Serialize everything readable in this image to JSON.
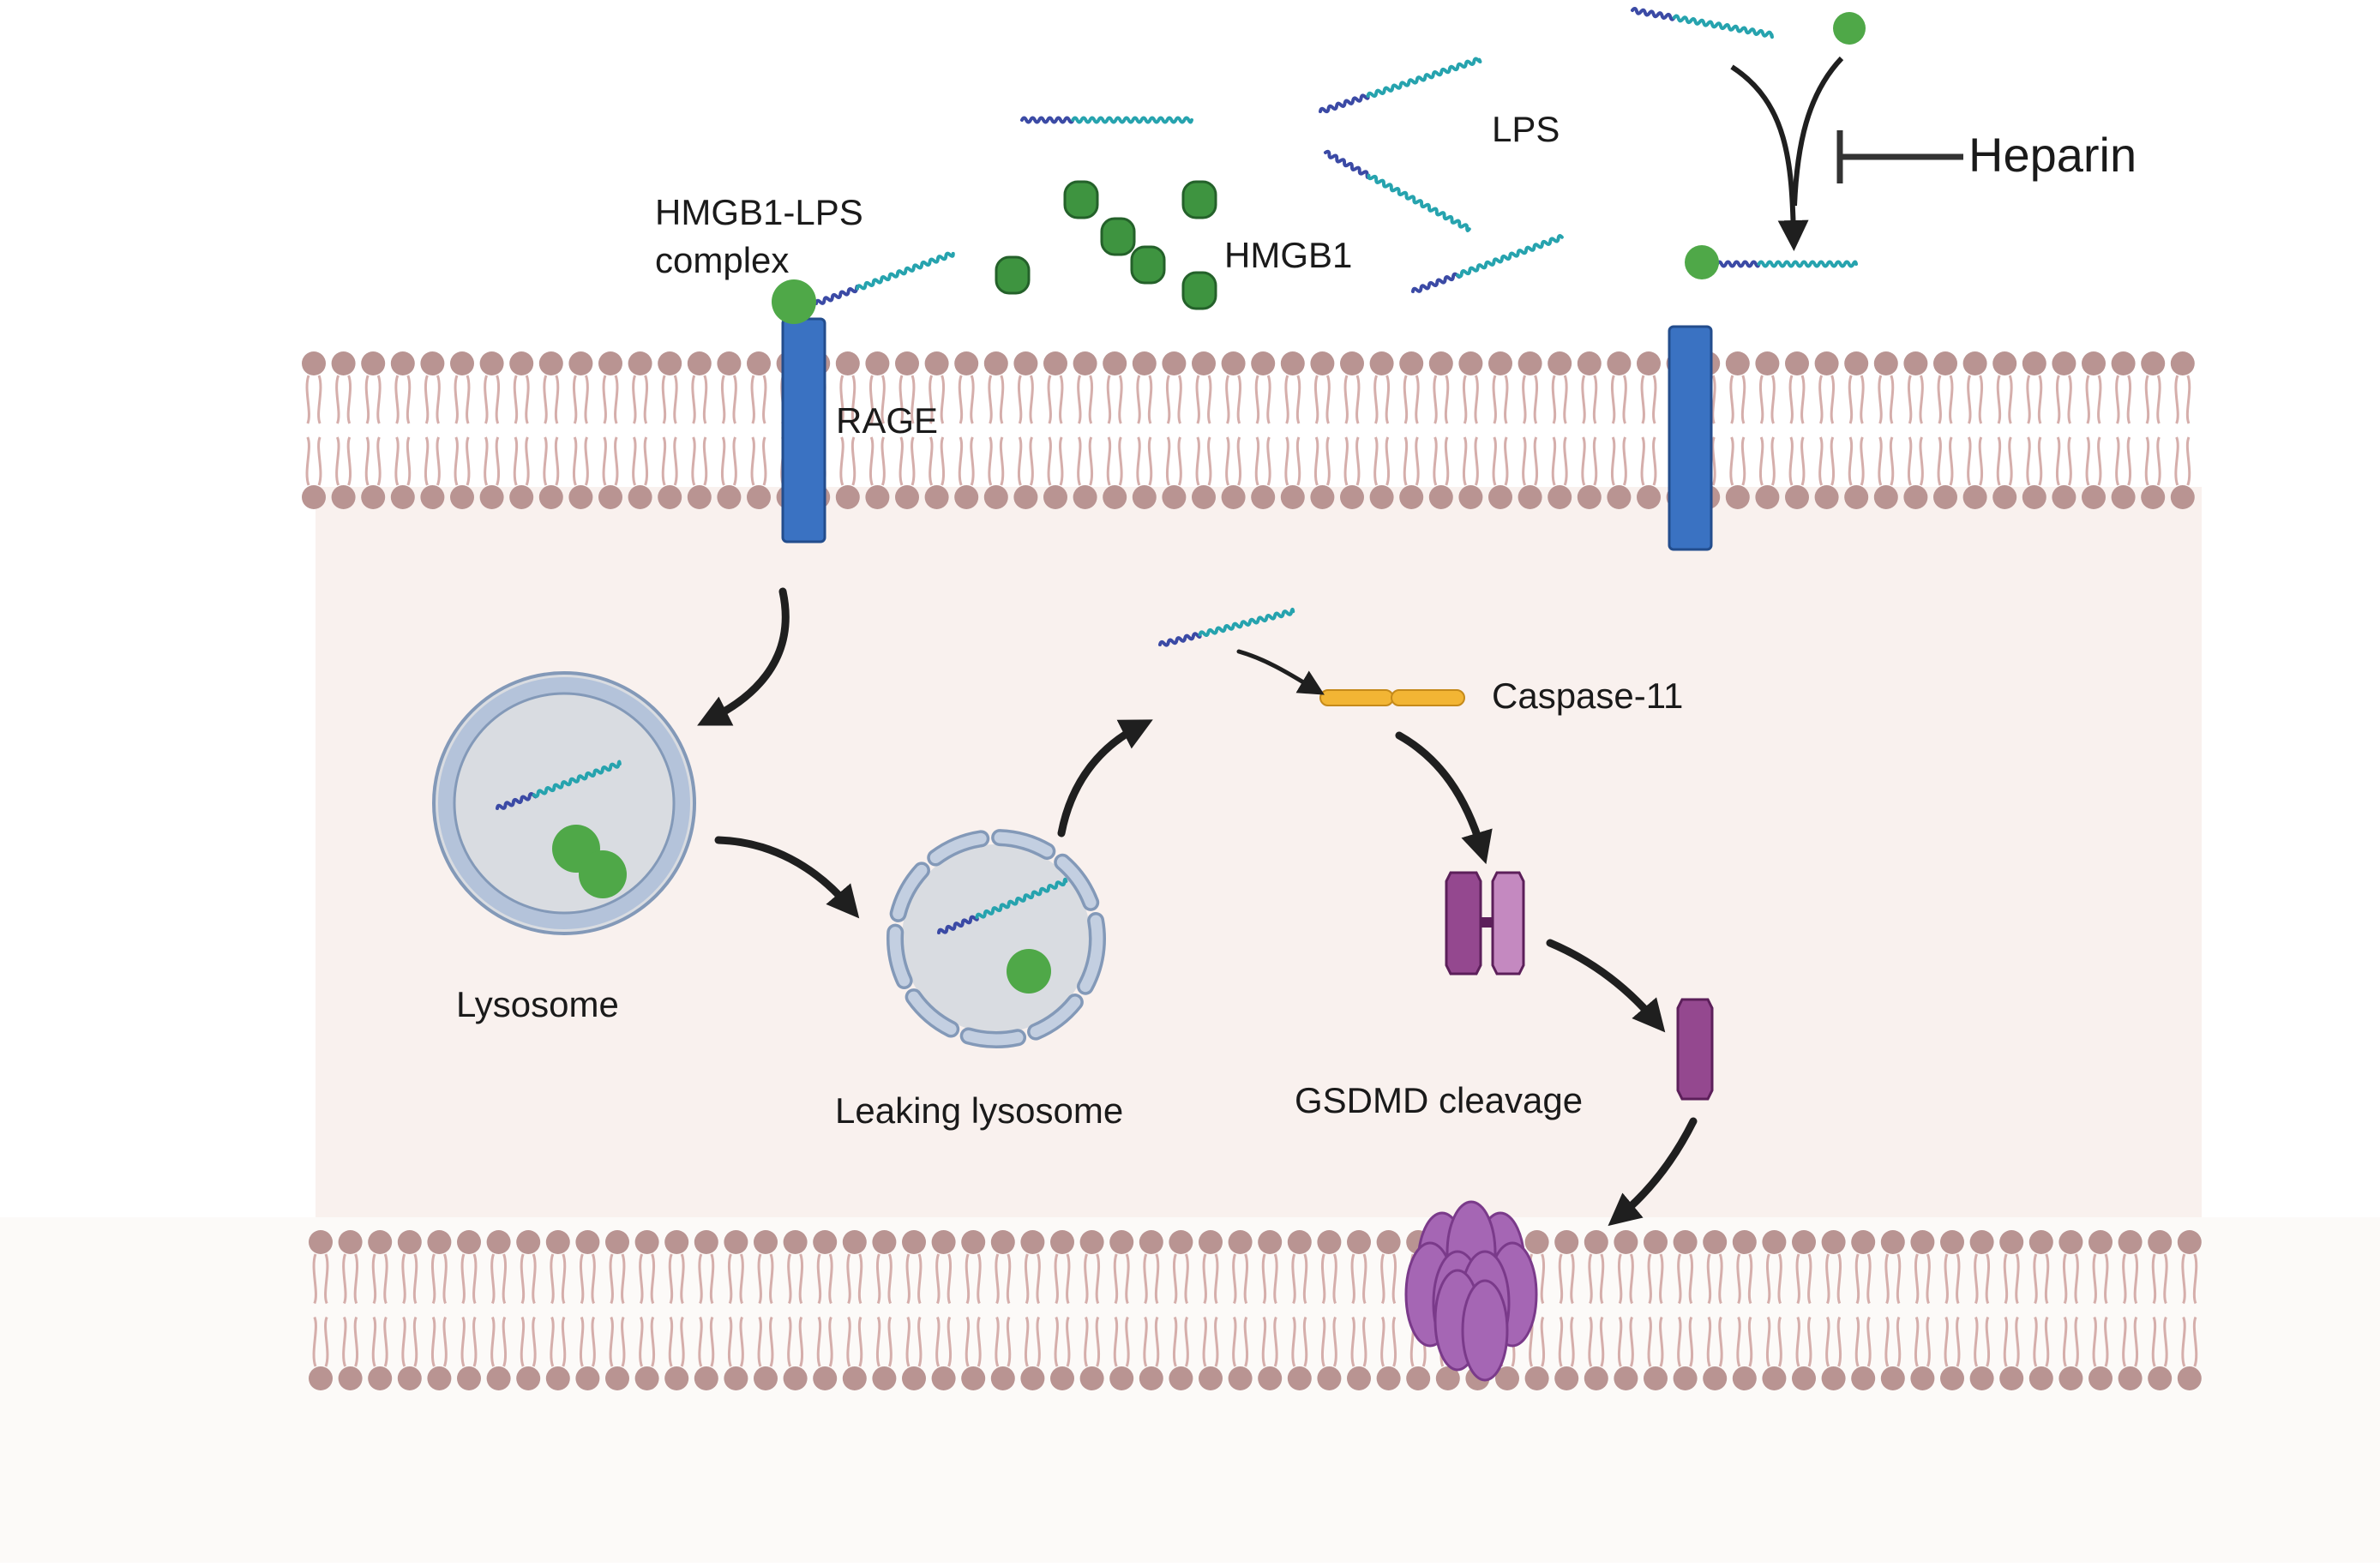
{
  "labels": {
    "hmgb1_lps_line1": "HMGB1-LPS",
    "hmgb1_lps_line2": "complex",
    "hmgb1": "HMGB1",
    "lps": "LPS",
    "heparin": "Heparin",
    "rage": "RAGE",
    "caspase": "Caspase-11",
    "lysosome": "Lysosome",
    "leaking_lysosome": "Leaking lysosome",
    "gsdmd": "GSDMD cleavage"
  },
  "colors": {
    "background": "#ffffff",
    "cytoplasm": "#f9f1ee",
    "extracellular_lower": "#fcfaf8",
    "lipid_head": "#b99492",
    "lipid_tail": "#d5aeab",
    "rage": "#3a72c2",
    "rage_stroke": "#234d8d",
    "hmgb1": "#4fa848",
    "hmgb1_box": "#3e9440",
    "hmgb1_box_stroke": "#24612a",
    "lps_dark": "#3b4aa5",
    "lps_light": "#26a3ae",
    "caspase": "#f2b534",
    "caspase_stroke": "#c58a1a",
    "gsdmd_dark": "#94488f",
    "gsdmd_light": "#c489c0",
    "gsdmd_stroke": "#5c1f5a",
    "pore": "#a566b4",
    "pore_stroke": "#7a3a8a",
    "lysosome_fill": "#d9dce1",
    "lysosome_ring": "#b4c3da",
    "lysosome_ring_stroke": "#8399b8",
    "arrow": "#1f1f1f"
  }
}
